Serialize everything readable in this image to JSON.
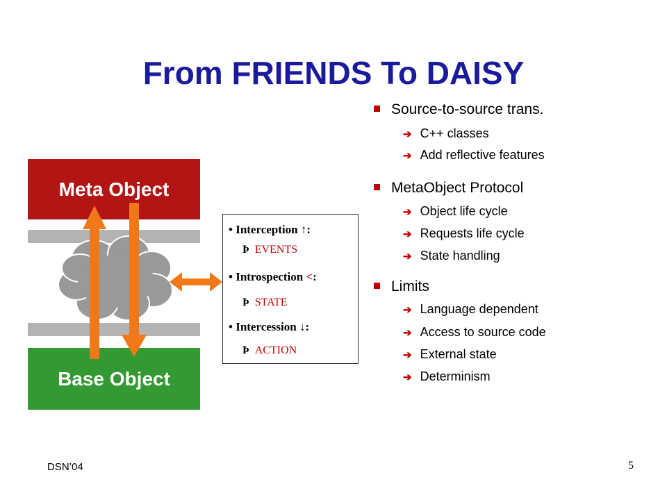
{
  "title": "From FRIENDS To DAISY",
  "diagram": {
    "meta_label": "Meta Object",
    "base_label": "Base Object",
    "colors": {
      "meta": "#b31414",
      "base": "#339933",
      "arrow": "#f07818",
      "cloud": "#999999",
      "bar": "#b3b3b3"
    },
    "info": [
      {
        "label": "Interception",
        "symbol": "↑",
        "sub": "EVENTS"
      },
      {
        "label": "Introspection",
        "symbol": "<",
        "sub": "STATE"
      },
      {
        "label": "Intercession",
        "symbol": "↓",
        "sub": "ACTION"
      }
    ]
  },
  "bullets": [
    {
      "text": "Source-to-source trans.",
      "items": [
        "C++ classes",
        "Add reflective features"
      ]
    },
    {
      "text": "MetaObject Protocol",
      "items": [
        "Object life cycle",
        "Requests life cycle",
        "State handling"
      ]
    },
    {
      "text": "Limits",
      "items": [
        "Language dependent",
        "Access to source code",
        "External state",
        "Determinism"
      ]
    }
  ],
  "footer": {
    "left": "DSN’04",
    "page": "5"
  }
}
